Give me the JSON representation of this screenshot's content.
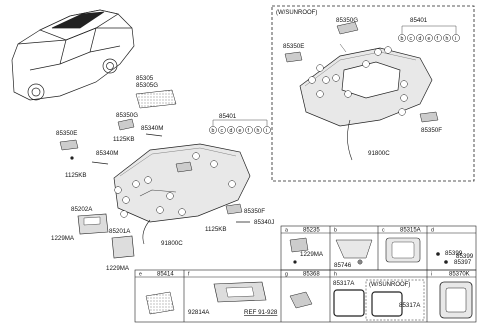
{
  "sunroof_box": {
    "title": "(W/SUNROOF)",
    "parts": {
      "p85350G": "85350G",
      "p85401": "85401",
      "p85350E": "85350E",
      "p85350F": "85350F",
      "p91800C": "91800C"
    },
    "callouts_row": [
      "b",
      "c",
      "d",
      "e",
      "f",
      "h",
      "i"
    ]
  },
  "main": {
    "parts": {
      "p85305": "85305",
      "p85305G": "85305G",
      "p85401": "85401",
      "p85350G": "85350G",
      "p85340M_a": "85340M",
      "p1125KB_a": "1125KB",
      "p85350E": "85350E",
      "p1125KB_b": "1125KB",
      "p85340M_b": "85340M",
      "p85202A": "85202A",
      "p85201A": "85201A",
      "p1229MA_a": "1229MA",
      "p1229MA_b": "1229MA",
      "p91800C": "91800C",
      "p85350F": "85350F",
      "p1125KB_c": "1125KB",
      "p85340J": "85340J"
    },
    "callouts_row": [
      "b",
      "c",
      "d",
      "e",
      "f",
      "h",
      "i"
    ]
  },
  "grid": {
    "cells": [
      {
        "letter": "a",
        "part": "85235"
      },
      {
        "letter": "b",
        "part": ""
      },
      {
        "letter": "c",
        "part": "85315A"
      },
      {
        "letter": "d",
        "part": ""
      },
      {
        "letter": "e",
        "part": "85414"
      },
      {
        "letter": "f",
        "part": ""
      },
      {
        "letter": "g",
        "part": "85368"
      },
      {
        "letter": "h",
        "part": ""
      },
      {
        "letter": "i",
        "part": "85370K"
      }
    ],
    "extra": {
      "a_1229MA": "1229MA",
      "b_85746": "85746",
      "d_85399": "85399",
      "d_85399b": "85399",
      "d_85397": "85397",
      "f_92814A": "92814A",
      "f_ref": "REF 91-928",
      "h_85317A": "85317A",
      "h_sunroof": "(W/SUNROOF)",
      "h_85317A_b": "85317A"
    }
  }
}
